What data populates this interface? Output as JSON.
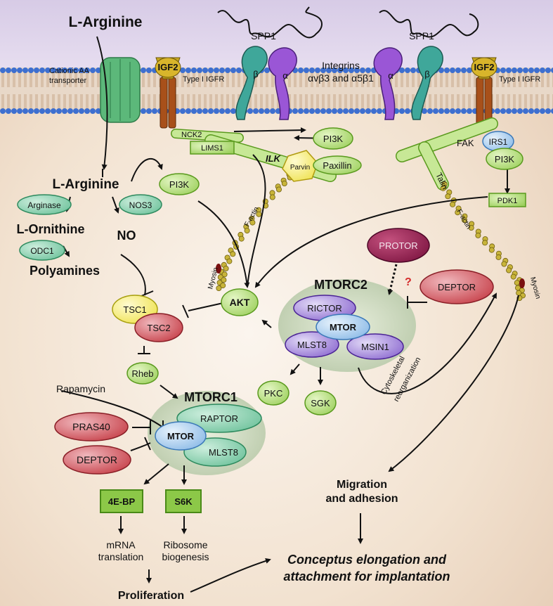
{
  "labels": {
    "l_arginine_top": "L-Arginine",
    "cationic_line1": "Cationic AA",
    "cationic_line2": "transporter",
    "igf2_left": "IGF2",
    "type1_igfr_left": "Type I IGFR",
    "spp1_left": "SPP1",
    "spp1_right": "SPP1",
    "beta_left": "β",
    "alpha_left": "α",
    "alpha_right": "α",
    "beta_right": "β",
    "integrins_line1": "Integrins",
    "integrins_line2": "αvβ3 and α5β1",
    "igf2_right": "IGF2",
    "type1_igfr_right": "Type I IGFR",
    "nck2": "NCK2",
    "lims1": "LIMS1",
    "ilk": "ILK",
    "pi3k_top": "PI3K",
    "parvin": "Parvin",
    "paxillin": "Paxillin",
    "fak": "FAK",
    "talin": "Talin",
    "irs1": "IRS1",
    "pi3k_right": "PI3K",
    "pdk1": "PDK1",
    "l_arginine_mid": "L-Arginine",
    "pi3k_mid": "PI3K",
    "arginase": "Arginase",
    "nos3": "NOS3",
    "l_ornithine": "L-Ornithine",
    "no": "NO",
    "odc1": "ODC1",
    "polyamines": "Polyamines",
    "f_actin_left": "F-actin",
    "f_actin_right": "F-actin",
    "myosin_left": "Myosin",
    "myosin_right": "Myosin",
    "protor": "PROTOR",
    "question": "?",
    "mtorc2": "MTORC2",
    "deptor_top": "DEPTOR",
    "rictor": "RICTOR",
    "mtor2": "MTOR",
    "mlst8_2": "MLST8",
    "msin1": "MSIN1",
    "akt": "AKT",
    "tsc1": "TSC1",
    "tsc2": "TSC2",
    "rheb": "Rheb",
    "rapamycin": "Rapamycin",
    "mtorc1": "MTORC1",
    "raptor": "RAPTOR",
    "pras40": "PRAS40",
    "mtor1": "MTOR",
    "mlst8_1": "MLST8",
    "deptor_bottom": "DEPTOR",
    "pkc": "PKC",
    "sgk": "SGK",
    "cyto_line1": "Cytoskeletal",
    "cyto_line2": "reorganization",
    "ebp": "4E-BP",
    "s6k": "S6K",
    "mrna_line1": "mRNA",
    "mrna_line2": "translation",
    "ribo_line1": "Ribosome",
    "ribo_line2": "biogenesis",
    "migration_line1": "Migration",
    "migration_line2": "and adhesion",
    "conceptus_line1": "Conceptus elongation and",
    "conceptus_line2": "attachment for implantation",
    "proliferation": "Proliferation"
  },
  "colors": {
    "green_fill": "#b8e07a",
    "green_stroke": "#5a9a1e",
    "teal_fill": "#7fcfaa",
    "red_fill": "#c9484f",
    "blue_fill": "#9fc8ec",
    "purple_fill": "#7b4fc4",
    "yellow_fill": "#f5ef5a",
    "complex_fill": "#c8d8b8",
    "membrane_head": "#3c6fc9",
    "background_top": "#d9cfe6",
    "background_bottom": "#f2e4d4"
  }
}
